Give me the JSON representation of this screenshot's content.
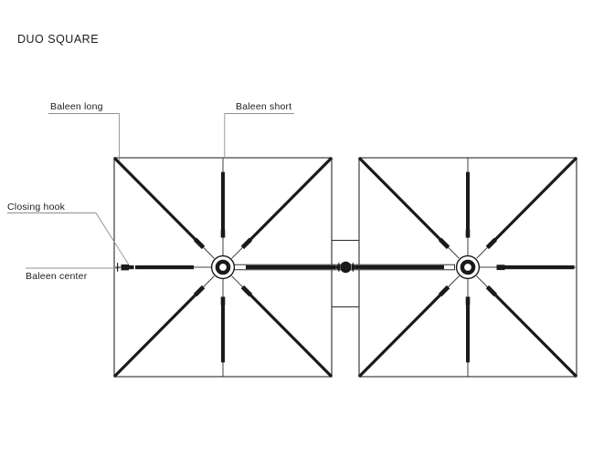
{
  "diagram": {
    "title": "DUO SQUARE",
    "labels": {
      "baleen_long": "Baleen long",
      "baleen_short": "Baleen short",
      "closing_hook": "Closing hook",
      "baleen_center": "Baleen center"
    },
    "colors": {
      "line_dark": "#1a1a1a",
      "frame_gray": "#2a2a2a",
      "thin_gray": "#3f3f3f",
      "leader_gray": "#8f8f8f",
      "text": "#1c1c1c",
      "background": "#ffffff"
    }
  }
}
